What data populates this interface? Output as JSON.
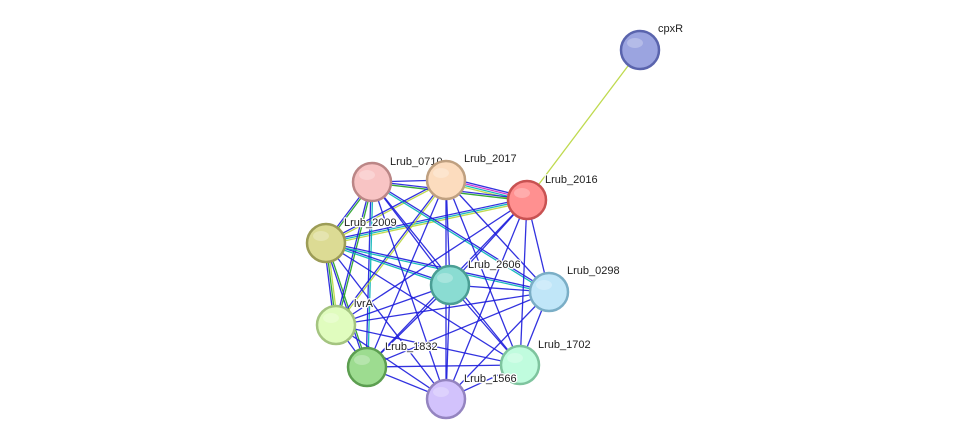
{
  "network": {
    "nodes": [
      {
        "id": "cpxR",
        "label": "cpxR",
        "fill": "#9ba4e0",
        "stroke": "#5a64ad"
      },
      {
        "id": "Lrub_2016",
        "label": "Lrub_2016",
        "fill": "#ff9090",
        "stroke": "#c85252"
      },
      {
        "id": "Lrub_0710",
        "label": "Lrub_0710",
        "fill": "#f8c4c4",
        "stroke": "#bb8686"
      },
      {
        "id": "Lrub_2017",
        "label": "Lrub_2017",
        "fill": "#fcdcbe",
        "stroke": "#bfa080"
      },
      {
        "id": "Lrub_2009",
        "label": "Lrub_2009",
        "fill": "#dcdb94",
        "stroke": "#9c9c56"
      },
      {
        "id": "Lrub_2606",
        "label": "Lrub_2606",
        "fill": "#8adcd2",
        "stroke": "#4a9e94"
      },
      {
        "id": "Lrub_0298",
        "label": "Lrub_0298",
        "fill": "#c0e6f8",
        "stroke": "#7aaec6"
      },
      {
        "id": "lvrA",
        "label": "lvrA",
        "fill": "#e0fcbe",
        "stroke": "#a4c480"
      },
      {
        "id": "Lrub_1832",
        "label": "Lrub_1832",
        "fill": "#9ddc90",
        "stroke": "#5c9e50"
      },
      {
        "id": "Lrub_1702",
        "label": "Lrub_1702",
        "fill": "#c0fcde",
        "stroke": "#7ec49e"
      },
      {
        "id": "Lrub_1566",
        "label": "Lrub_1566",
        "fill": "#d2c2fc",
        "stroke": "#9484c0"
      }
    ],
    "edge_colors": {
      "coexpression": "#1c1cdc",
      "textmining": "#b8d63c",
      "database": "#00b4b4",
      "neighborhood": "#22a022",
      "experiments": "#cc22cc",
      "fusion": "#d22222"
    }
  }
}
